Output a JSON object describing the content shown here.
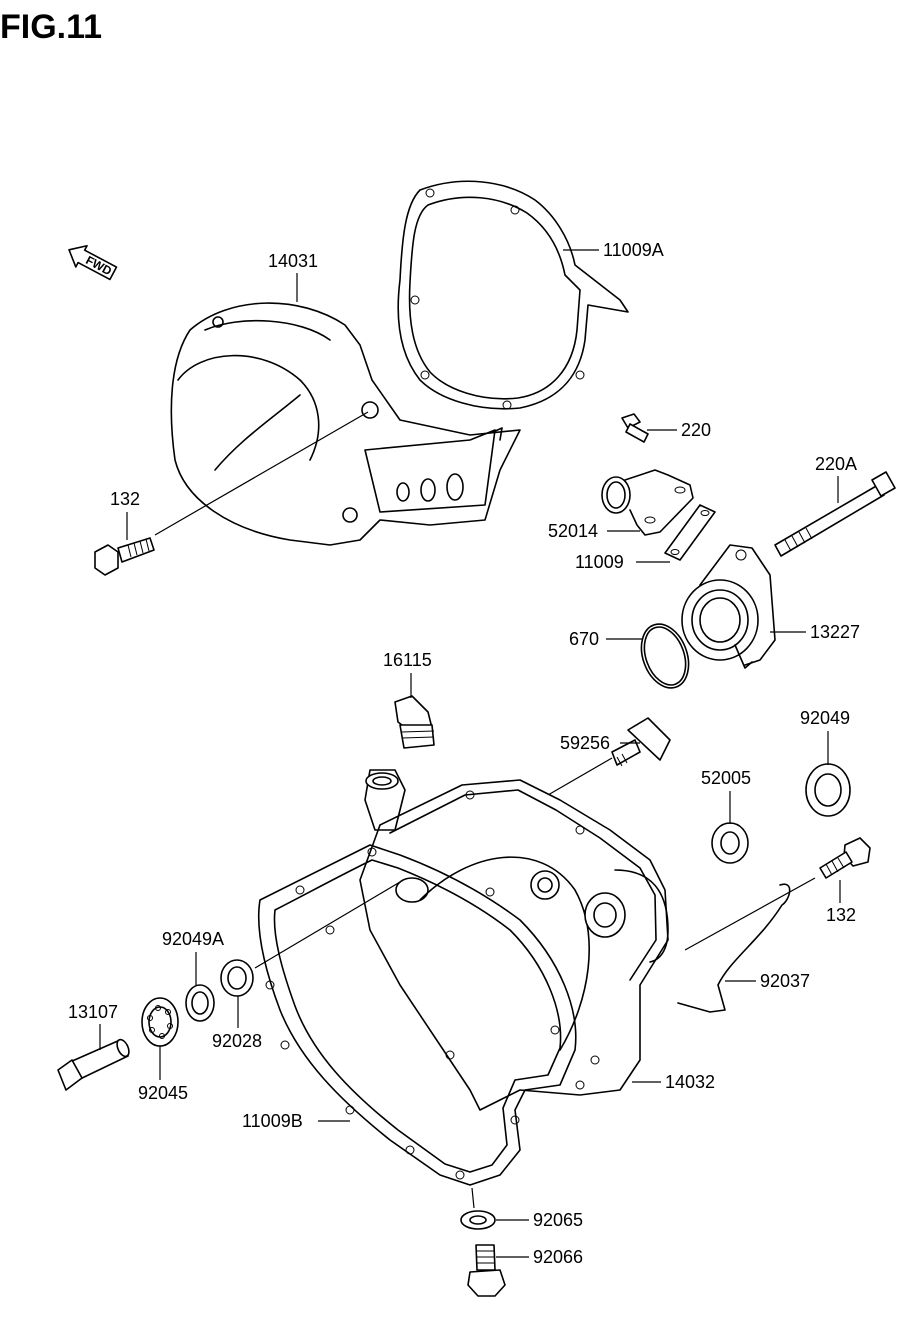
{
  "figure": {
    "title": "FIG.11"
  },
  "direction_badge": {
    "text": "FWD"
  },
  "parts": [
    {
      "id": "14031"
    },
    {
      "id": "11009A"
    },
    {
      "id": "132"
    },
    {
      "id": "220"
    },
    {
      "id": "220A"
    },
    {
      "id": "52014"
    },
    {
      "id": "11009"
    },
    {
      "id": "670"
    },
    {
      "id": "13227"
    },
    {
      "id": "16115"
    },
    {
      "id": "59256"
    },
    {
      "id": "92049"
    },
    {
      "id": "52005"
    },
    {
      "id": "132"
    },
    {
      "id": "92049A"
    },
    {
      "id": "92037"
    },
    {
      "id": "13107"
    },
    {
      "id": "92028"
    },
    {
      "id": "92045"
    },
    {
      "id": "14032"
    },
    {
      "id": "11009B"
    },
    {
      "id": "92065"
    },
    {
      "id": "92066"
    }
  ]
}
